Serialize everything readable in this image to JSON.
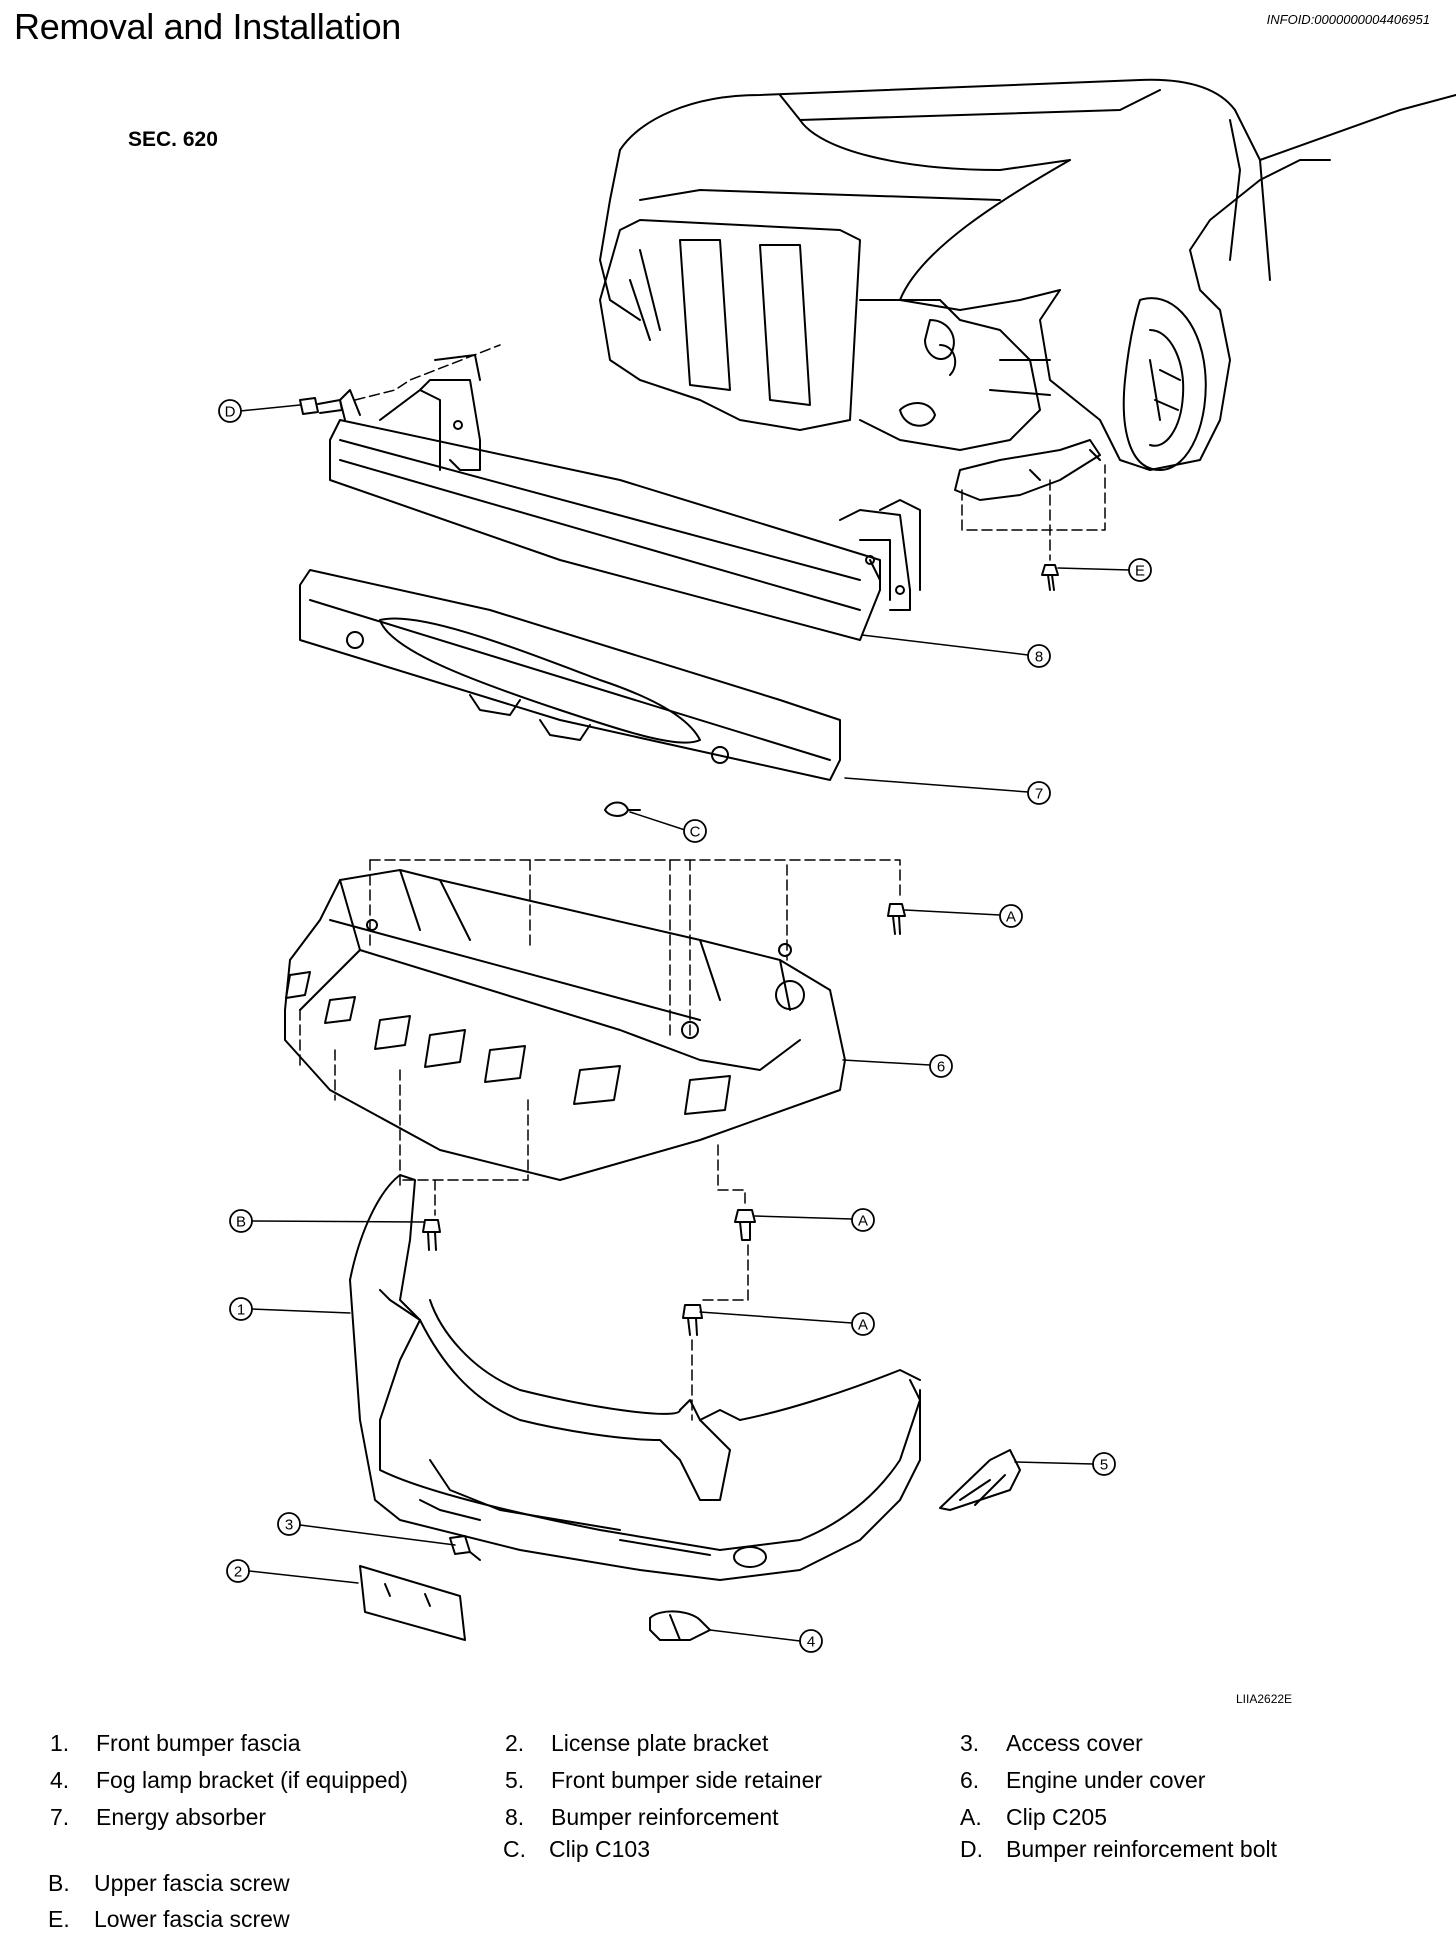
{
  "header": {
    "title": "Removal and Installation",
    "info_id": "INFOID:0000000004406951"
  },
  "diagram": {
    "section": "SEC. 620",
    "figure_id": "LIIA2622E",
    "callouts": {
      "c1": "1",
      "c2": "2",
      "c3": "3",
      "c4": "4",
      "c5": "5",
      "c6": "6",
      "c7": "7",
      "c8": "8",
      "cA1": "A",
      "cA2": "A",
      "cA3": "A",
      "cB": "B",
      "cC": "C",
      "cD": "D",
      "cE": "E"
    }
  },
  "legend": [
    {
      "key": "1.",
      "text": "Front bumper fascia"
    },
    {
      "key": "2.",
      "text": "License plate bracket"
    },
    {
      "key": "3.",
      "text": "Access cover"
    },
    {
      "key": "4.",
      "text": "Fog lamp bracket (if equipped)"
    },
    {
      "key": "5.",
      "text": "Front bumper side retainer"
    },
    {
      "key": "6.",
      "text": "Engine under cover"
    },
    {
      "key": "7.",
      "text": "Energy absorber"
    },
    {
      "key": "8.",
      "text": "Bumper reinforcement"
    },
    {
      "key": "A.",
      "text": "Clip C205"
    },
    {
      "key": "B.",
      "text": "Upper fascia screw"
    },
    {
      "key": "C.",
      "text": "Clip C103"
    },
    {
      "key": "D.",
      "text": "Bumper reinforcement bolt"
    },
    {
      "key": "E.",
      "text": "Lower fascia screw"
    }
  ]
}
